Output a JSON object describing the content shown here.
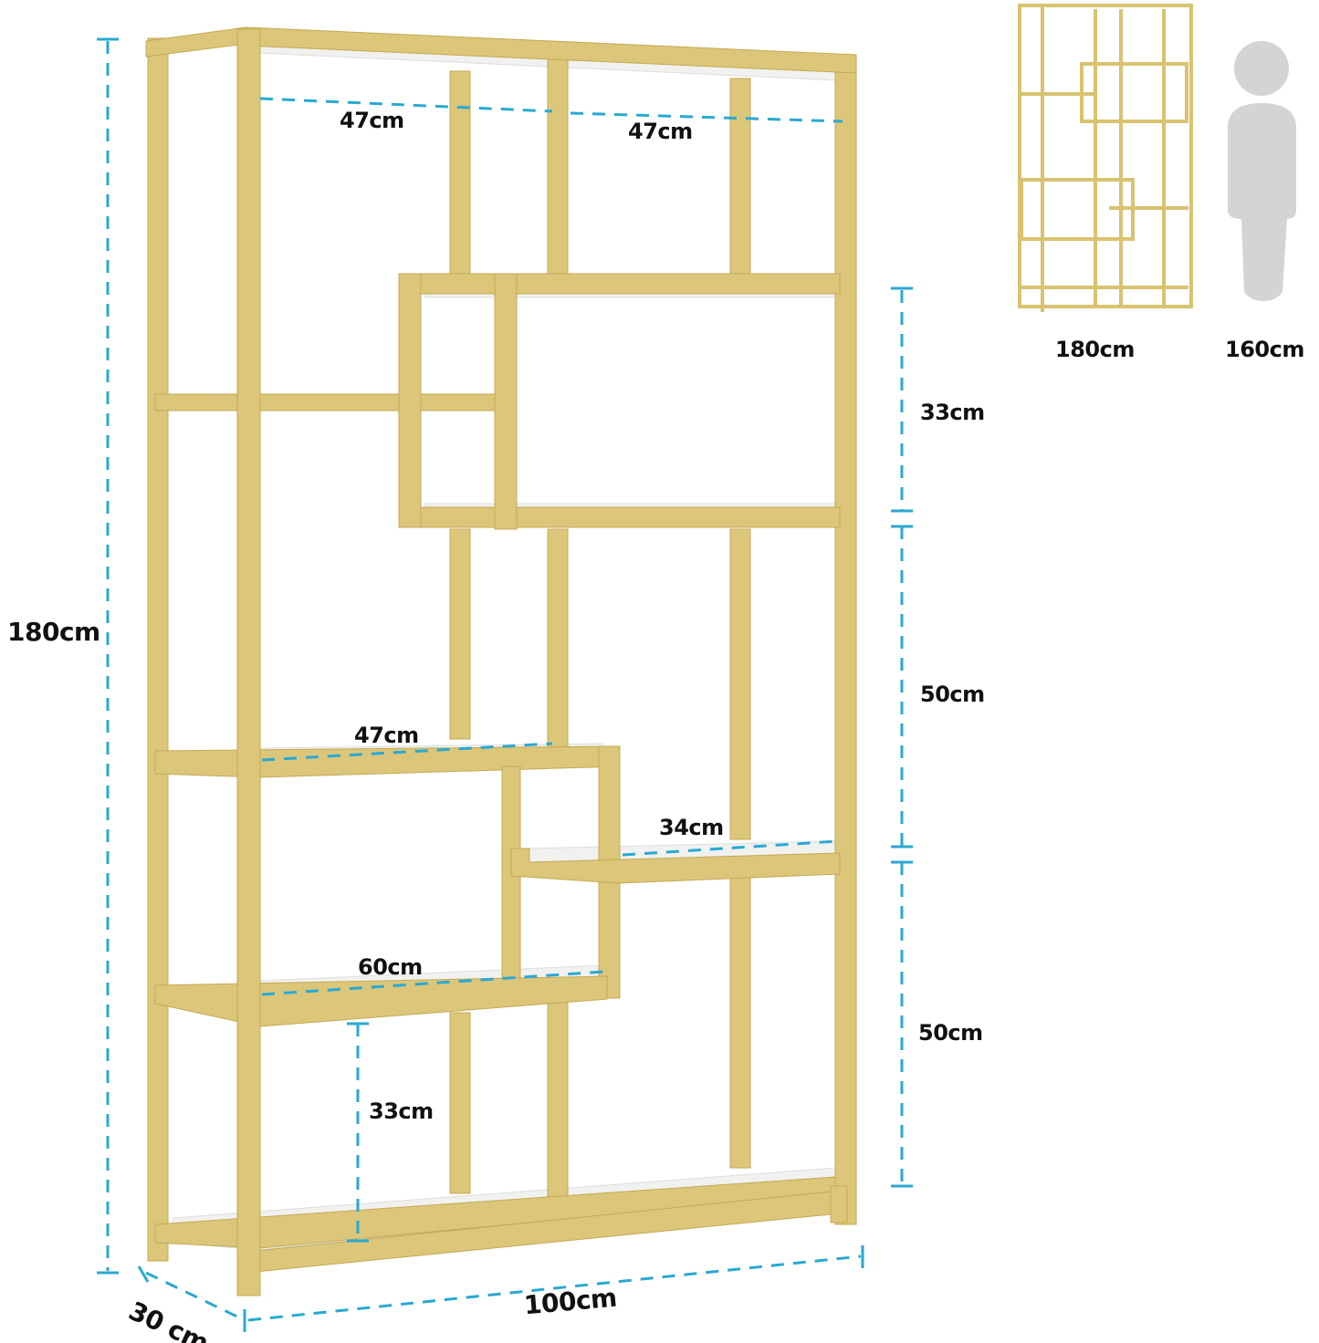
{
  "colors": {
    "frame": "#dcc67a",
    "frame_edge": "#c4a955",
    "shelf": "#f1f1ef",
    "dimension": "#2aa8d2",
    "silhouette": "#d4d4d4"
  },
  "dimensions": {
    "total_height": "180cm",
    "top_left_width": "47cm",
    "top_right_width": "47cm",
    "right_upper_height": "33cm",
    "right_middle_height": "50cm",
    "right_lower_height": "50cm",
    "middle_shelf_width": "47cm",
    "small_shelf_width": "34cm",
    "lower_shelf_width": "60cm",
    "bottom_gap_height": "33cm",
    "depth": "30 cm",
    "total_width": "100cm"
  },
  "comparison": {
    "shelf_height": "180cm",
    "person_height": "160cm"
  }
}
